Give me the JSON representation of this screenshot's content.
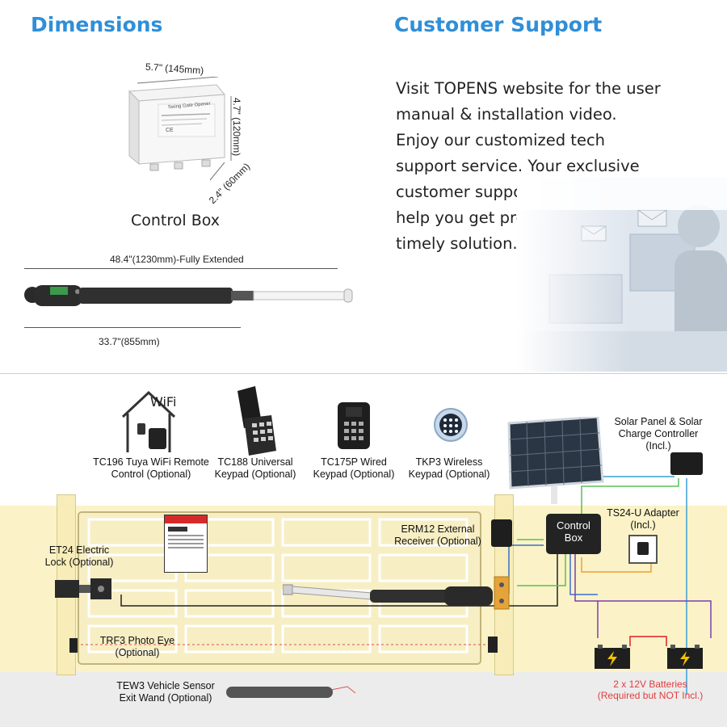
{
  "dimensions": {
    "title": "Dimensions",
    "control_box_label": "Control Box",
    "box_width": "5.7\" (145mm)",
    "box_height": "4.7\" (120mm)",
    "box_depth": "2.4\" (60mm)",
    "box_text": "Swing Gate Opener",
    "box_badge": "CE",
    "extended": "48.4\"(1230mm)-Fully Extended",
    "retracted": "33.7\"(855mm)"
  },
  "support": {
    "title": "Customer  Support",
    "lines": [
      "Visit TOPENS website for the user",
      "manual & installation video.",
      "Enjoy our customized tech",
      "support service. Your exclusive",
      "customer support specialist will",
      "help you get professional &",
      "timely solution."
    ]
  },
  "accessories": [
    {
      "line1": "TC196 Tuya WiFi Remote",
      "line2": "Control (Optional)",
      "icon": "wifi-house-icon",
      "wifi_text": "WiFi"
    },
    {
      "line1": "TC188 Universal",
      "line2": "Keypad (Optional)",
      "icon": "keypad-icon"
    },
    {
      "line1": "TC175P Wired",
      "line2": "Keypad (Optional)",
      "icon": "wired-keypad-icon"
    },
    {
      "line1": "TKP3 Wireless",
      "line2": "Keypad (Optional)",
      "icon": "wireless-keypad-icon"
    }
  ],
  "solar": {
    "line1": "Solar Panel & Solar",
    "line2": "Charge Controller",
    "line3": "(Incl.)"
  },
  "control_box": {
    "line1": "Control",
    "line2": "Box"
  },
  "adapter": {
    "line1": "TS24-U Adapter",
    "line2": "(Incl.)"
  },
  "receiver": {
    "line1": "ERM12 External",
    "line2": "Receiver (Optional)"
  },
  "lock": {
    "line1": "ET24 Electric",
    "line2": "Lock (Optional)"
  },
  "photo_eye": {
    "line1": "TRF3 Photo Eye",
    "line2": "(Optional)"
  },
  "sensor": {
    "line1": "TEW3 Vehicle Sensor",
    "line2": "Exit Wand (Optional)"
  },
  "batteries": {
    "line1": "2 x 12V Batteries",
    "line2": "(Required but NOT Incl.)"
  },
  "colors": {
    "accent": "#2f8fd8",
    "warning": "#e23c3c",
    "wall": "#fbf3c7",
    "wire_green": "#5bbf57",
    "wire_blue": "#3a6fd0",
    "wire_purple": "#7b3fb0",
    "wire_orange": "#f0a030",
    "wire_red": "#e02020"
  }
}
